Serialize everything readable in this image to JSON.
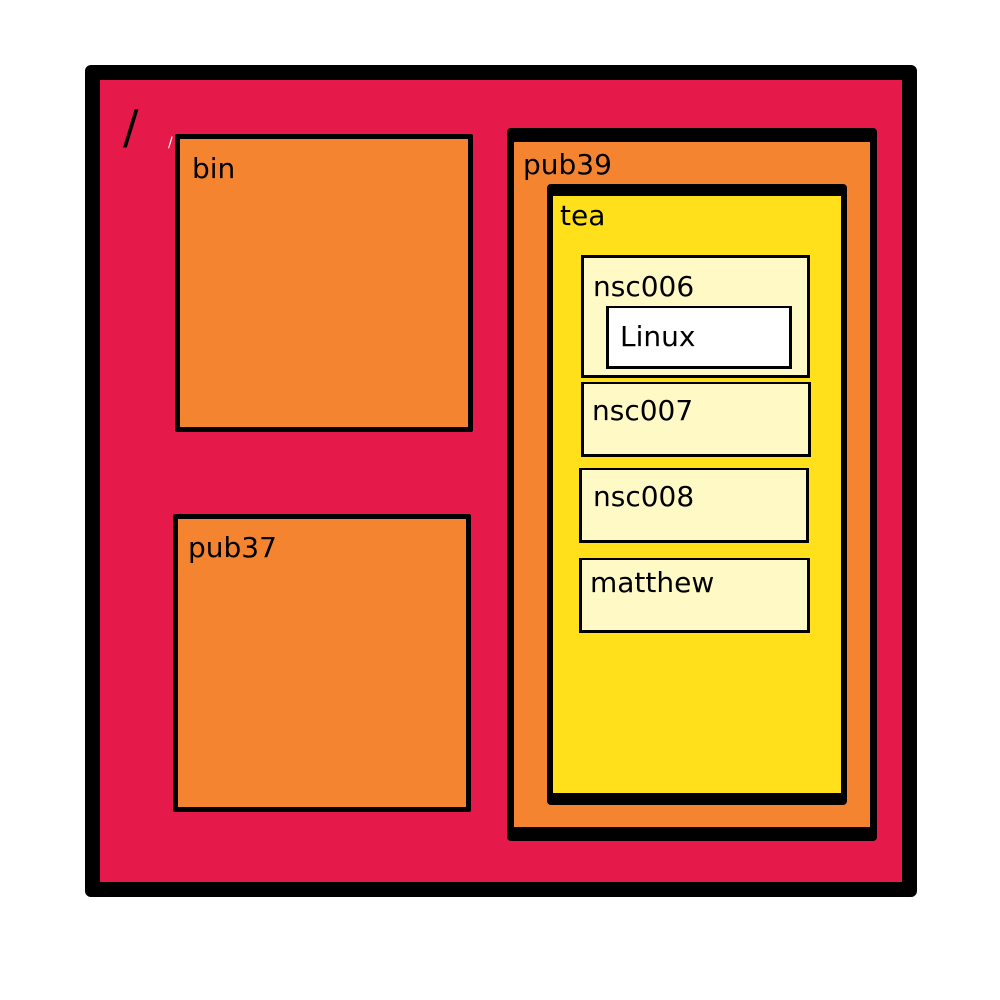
{
  "colors": {
    "level0": "#e51a4b",
    "level1": "#f58431",
    "level2": "#ffe01a",
    "level3": "#fff9c6",
    "level4": "#ffffff"
  },
  "tree": {
    "root": {
      "name": "/"
    },
    "bin": {
      "name": "bin"
    },
    "pub37": {
      "name": "pub37"
    },
    "pub39": {
      "name": "pub39"
    },
    "tea": {
      "name": "tea"
    },
    "nsc006": {
      "name": "nsc006"
    },
    "linux": {
      "name": "Linux"
    },
    "nsc007": {
      "name": "nsc007"
    },
    "nsc008": {
      "name": "nsc008"
    },
    "matthew": {
      "name": "matthew"
    }
  }
}
